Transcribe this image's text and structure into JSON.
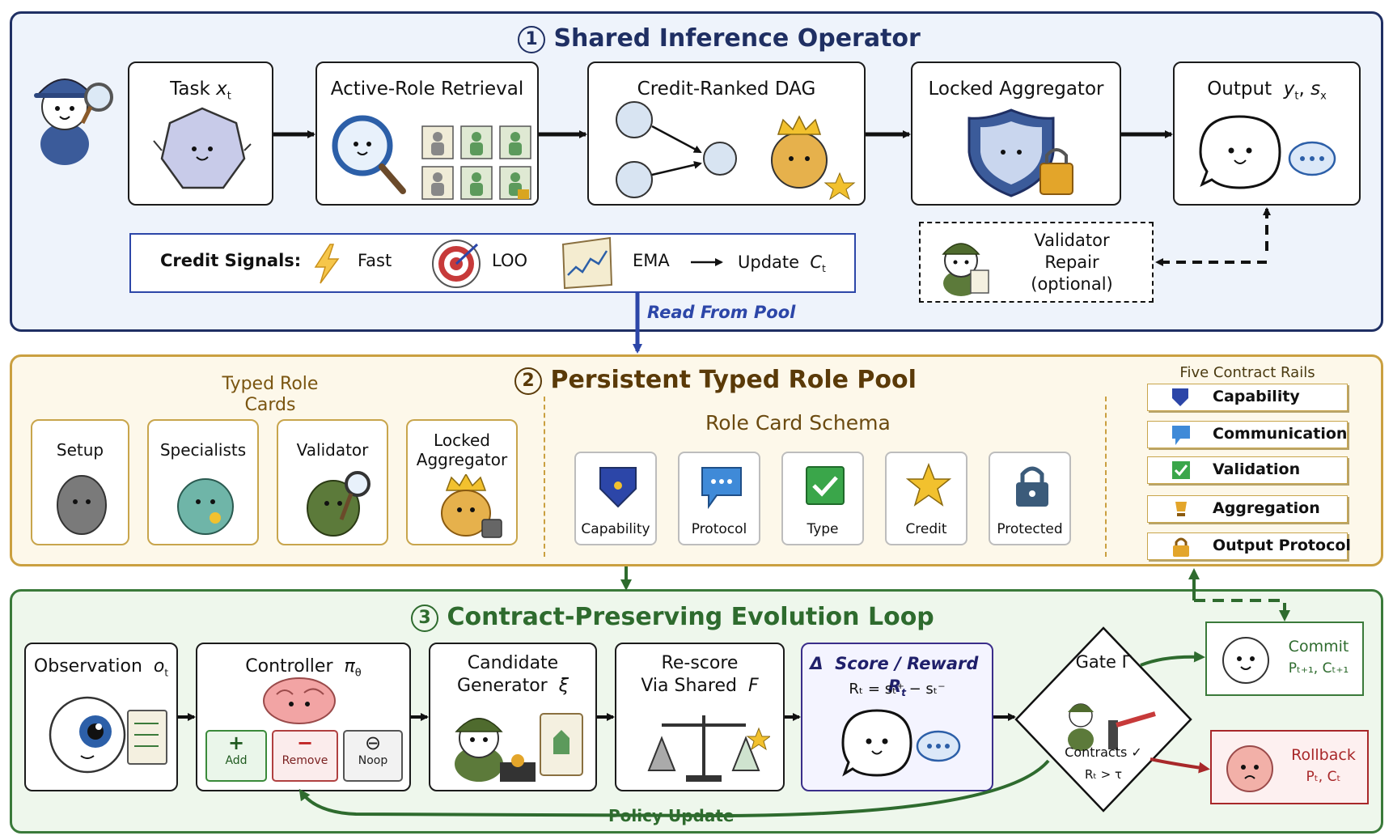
{
  "panel1": {
    "number": "1",
    "title": "Shared Inference Operator",
    "task": {
      "label": "Task",
      "var": "x",
      "sub": "t"
    },
    "retrieval": {
      "label": "Active-Role Retrieval"
    },
    "dag": {
      "label": "Credit-Ranked DAG"
    },
    "aggregator": {
      "label": "Locked Aggregator"
    },
    "output": {
      "label": "Output",
      "var": "y",
      "sub": "t",
      "var2": "s",
      "sub2": "x"
    },
    "credit": {
      "label": "Credit Signals:",
      "fast": "Fast",
      "loo": "LOO",
      "ema": "EMA",
      "update": "Update",
      "update_var": "C",
      "update_sub": "t"
    },
    "validator": {
      "line1": "Validator",
      "line2": "Repair",
      "line3": "(optional)"
    },
    "read_from_pool": "Read From Pool"
  },
  "panel2": {
    "number": "2",
    "title": "Persistent Typed Role Pool",
    "typed_title_1": "Typed Role",
    "typed_title_2": "Cards",
    "cards": [
      "Setup",
      "Specialists",
      "Validator"
    ],
    "locked_card_1": "Locked",
    "locked_card_2": "Aggregator",
    "schema_title": "Role Card Schema",
    "schema": [
      "Capability",
      "Protocol",
      "Type",
      "Credit",
      "Protected"
    ],
    "rails_title": "Five Contract Rails",
    "rails": [
      "Capability",
      "Communication",
      "Validation",
      "Aggregation",
      "Output Protocol"
    ]
  },
  "panel3": {
    "number": "3",
    "title": "Contract-Preserving Evolution Loop",
    "observation": {
      "label": "Observation",
      "var": "o",
      "sub": "t"
    },
    "controller": {
      "label": "Controller",
      "var": "π",
      "sub": "θ"
    },
    "buttons": {
      "add_sym": "+",
      "add": "Add",
      "remove_sym": "−",
      "remove": "Remove",
      "noop_sym": "⊖",
      "noop": "Noop"
    },
    "candidate": {
      "line1": "Candidate",
      "line2": "Generator",
      "var": "ξ"
    },
    "rescore": {
      "line1": "Re-score",
      "line2": "Via Shared",
      "var": "F"
    },
    "reward": {
      "delta": "Δ",
      "label": "Score / Reward",
      "var": "R",
      "sub": "t",
      "formula": "Rₜ = sₜ⁺ − sₜ⁻"
    },
    "gate": {
      "label": "Gate Γ",
      "contracts": "Contracts ✓",
      "cond": "Rₜ > τ"
    },
    "commit": {
      "label": "Commit",
      "vars": "Pₜ₊₁, Cₜ₊₁"
    },
    "rollback": {
      "label": "Rollback",
      "vars": "Pₜ, Cₜ"
    },
    "policy_update": "Policy Update"
  },
  "colors": {
    "panel1_border": "#1f2f63",
    "panel2_border": "#caa040",
    "panel3_border": "#3a7a3a",
    "title1": "#1f2f63",
    "title2": "#6b4a10",
    "title3": "#2e6b2e",
    "link_blue": "#2c46a8",
    "commit_green": "#2e6b2e",
    "rollback_red": "#a8282a"
  }
}
